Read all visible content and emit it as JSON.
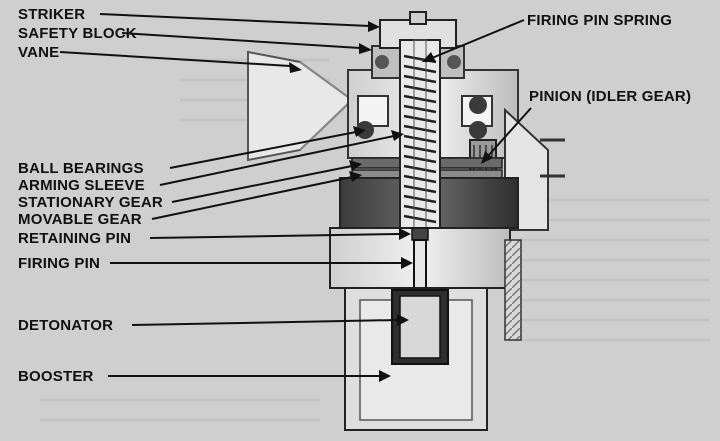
{
  "labels": {
    "striker": "STRIKER",
    "safety_block": "SAFETY BLOCK",
    "vane": "VANE",
    "ball_bearings": "BALL BEARINGS",
    "arming_sleeve": "ARMING SLEEVE",
    "stationary_gear": "STATIONARY GEAR",
    "movable_gear": "MOVABLE GEAR",
    "retaining_pin": "RETAINING PIN",
    "firing_pin": "FIRING PIN",
    "detonator": "DETONATOR",
    "booster": "BOOSTER",
    "firing_pin_spring": "FIRING PIN SPRING",
    "pinion": "PINION (IDLER GEAR)"
  },
  "colors": {
    "background": "#cfcfcf",
    "metal_light": "#e6e6e6",
    "metal_mid": "#b5b5b5",
    "metal_dark": "#4a4a4a",
    "line": "#111111"
  }
}
